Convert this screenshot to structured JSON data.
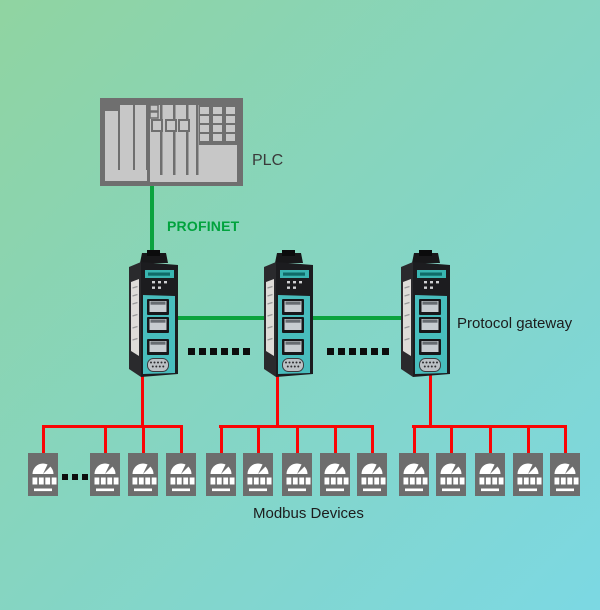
{
  "labels": {
    "plc": "PLC",
    "profinet": "PROFINET",
    "protocol_gateway": "Protocol gateway",
    "modbus_devices": "Modbus Devices"
  },
  "colors": {
    "background_top_left": "#90d4a1",
    "background_bottom_right": "#7cd8e3",
    "profinet_line_green": "#0ba33e",
    "profinet_text_green": "#00a33d",
    "modbus_line_red": "#f90505",
    "plc_gray": "#6f6f6f",
    "plc_module_gray": "#c7c7c7",
    "modbus_device_gray": "#6d6d6d",
    "gateway_body_black": "#1c1c1f",
    "gateway_panel_teal": "#48bdbd"
  },
  "topology": {
    "plc_count": 1,
    "gateway_count": 3,
    "modbus_device_groups": [
      4,
      5,
      5
    ],
    "modbus_device_total": 14
  },
  "ellipsis": {
    "gateway_link_dots": 6,
    "device_row_dots": 3
  }
}
